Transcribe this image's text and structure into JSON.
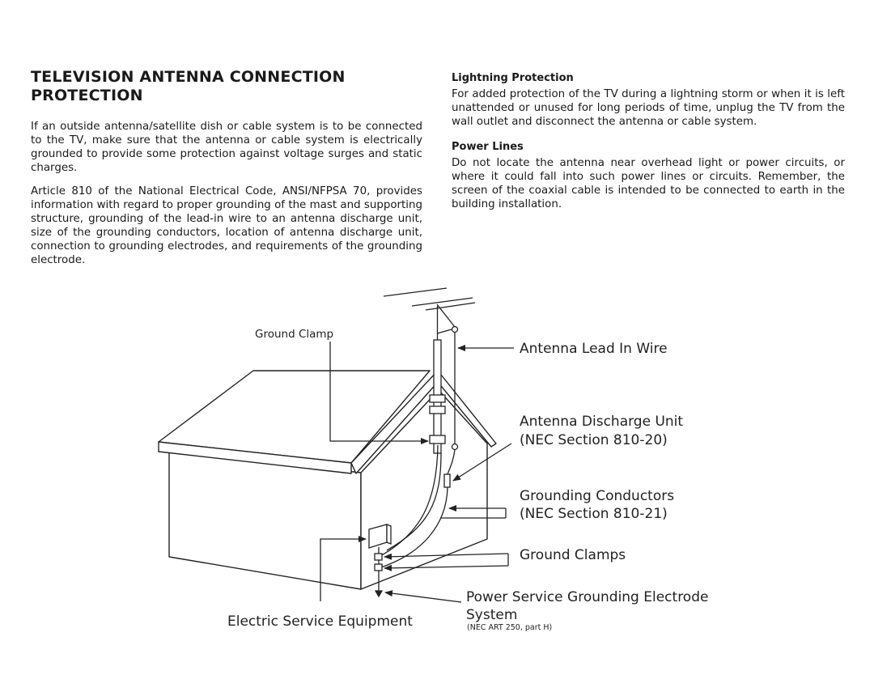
{
  "left": {
    "title": "TELEVISION ANTENNA CONNECTION PROTECTION",
    "para1": "If an outside antenna/satellite dish or cable system is to be connected to the TV, make sure that the antenna or cable system is electrically grounded to provide some protection against voltage surges and static charges.",
    "para2": "Article 810 of the National Electrical Code, ANSI/NFPSA 70, provides information with regard to proper grounding of the mast and supporting structure, grounding of the lead-in wire to an antenna discharge unit, size of the grounding conductors, location of antenna discharge unit, connection to grounding electrodes, and requirements of the grounding electrode."
  },
  "right": {
    "lightning_heading": "Lightning Protection",
    "lightning_text": "For added protection of the TV during a lightning storm or when it is left unattended or unused for long periods of time, unplug the TV from the wall outlet and disconnect the antenna or cable system.",
    "power_heading": "Power Lines",
    "power_text": "Do not locate the antenna near overhead light or power circuits, or where it could fall into such power lines or circuits. Remember, the screen of the coaxial cable is intended to be connected to earth in the building installation."
  },
  "diagram": {
    "ground_clamp": "Ground Clamp",
    "lead_in_wire": "Antenna Lead In Wire",
    "discharge_unit_1": "Antenna Discharge Unit",
    "discharge_unit_2": "(NEC Section 810-20)",
    "grounding_conductors_1": "Grounding Conductors",
    "grounding_conductors_2": "(NEC Section 810-21)",
    "ground_clamps": "Ground Clamps",
    "electrode_1": "Power Service Grounding Electrode",
    "electrode_2": "System",
    "electrode_3": "(NEC ART 250, part H)",
    "electric_service": "Electric Service Equipment"
  }
}
